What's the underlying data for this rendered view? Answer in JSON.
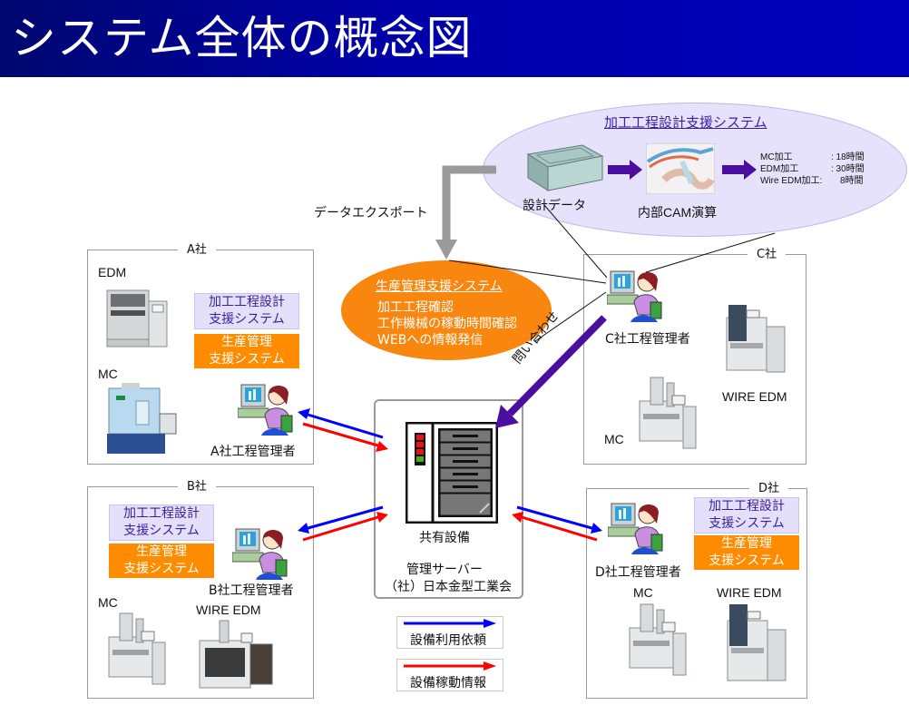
{
  "header": {
    "title": "システム全体の概念図"
  },
  "colors": {
    "header_bg": "#0000bb",
    "process_system": "#e4e0fa",
    "process_text": "#3a1fa0",
    "production_system": "#ff8c00",
    "request_arrow": "#0000ff",
    "status_arrow": "#ff0000",
    "inquiry_arrow": "#4b0fa0",
    "export_arrow": "#9a9a9a"
  },
  "process_design_system": {
    "title": "加工工程設計支援システム",
    "design_data_label": "設計データ",
    "cam_label": "内部CAM演算",
    "results": [
      {
        "name": "MC加工",
        "value": ": 18時間"
      },
      {
        "name": "EDM加工",
        "value": ": 30時間"
      },
      {
        "name": "Wire EDM加工:",
        "value": "8時間"
      }
    ]
  },
  "export_label": "データエクスポート",
  "production_system": {
    "title": "生産管理支援システム",
    "lines": [
      "加工工程確認",
      "工作機械の稼動時間確認",
      "WEBへの情報発信"
    ]
  },
  "inquiry_label": "問い合わせ",
  "server": {
    "label": "共有設備",
    "name": "管理サーバー",
    "org": "（社）日本金型工業会"
  },
  "legend": [
    {
      "label": "設備利用依頼",
      "color": "#0000ff"
    },
    {
      "label": "設備稼動情報",
      "color": "#ff0000"
    }
  ],
  "companies": {
    "a": {
      "name": "A社",
      "manager": "A社工程管理者",
      "machines": [
        "EDM",
        "MC"
      ],
      "systems": {
        "process": [
          "加工工程設計",
          "支援システム"
        ],
        "production": [
          "生産管理",
          "支援システム"
        ]
      }
    },
    "b": {
      "name": "B社",
      "manager": "B社工程管理者",
      "machines": [
        "MC",
        "WIRE EDM"
      ],
      "systems": {
        "process": [
          "加工工程設計",
          "支援システム"
        ],
        "production": [
          "生産管理",
          "支援システム"
        ]
      }
    },
    "c": {
      "name": "C社",
      "manager": "C社工程管理者",
      "machines": [
        "WIRE EDM",
        "MC"
      ]
    },
    "d": {
      "name": "D社",
      "manager": "D社工程管理者",
      "machines": [
        "MC",
        "WIRE EDM"
      ],
      "systems": {
        "process": [
          "加工工程設計",
          "支援システム"
        ],
        "production": [
          "生産管理",
          "支援システム"
        ]
      }
    }
  }
}
